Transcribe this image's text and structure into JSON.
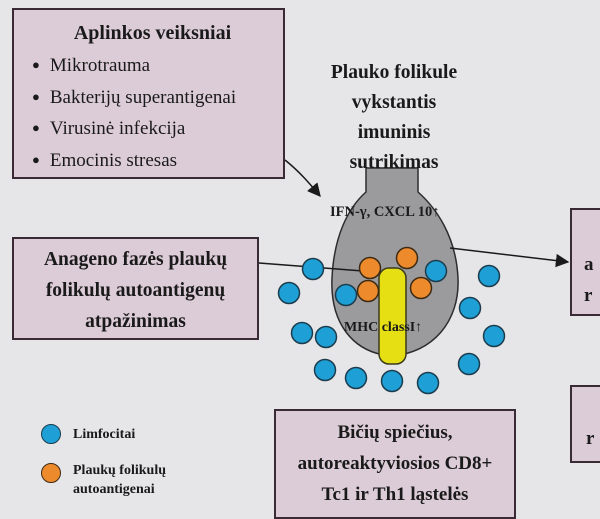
{
  "environment": {
    "title": "Aplinkos veiksniai",
    "items": [
      "Mikrotrauma",
      "Bakterijų superantigenai",
      "Virusinė infekcija",
      "Emocinis stresas"
    ]
  },
  "follicle": {
    "title_lines": [
      "Plauko folikule",
      "vykstantis",
      "imuninis",
      "sutrikimas"
    ],
    "cytokine_label": "IFN-γ, CXCL 10↑",
    "mhc_label": "MHC classI↑"
  },
  "anagen": {
    "lines": [
      "Anageno fazės plaukų",
      "folikulų autoantigenų",
      "atpažinimas"
    ]
  },
  "bottom": {
    "lines": [
      "Bičių spiečius,",
      "autoreaktyviosios CD8+",
      "Tc1 ir Th1 ląstelės"
    ]
  },
  "right_partial": {
    "top_lines": [
      "a",
      "r"
    ],
    "bottom_lines": [
      "r"
    ]
  },
  "legend": {
    "lymphocytes": "Limfocitai",
    "autoantigens_lines": [
      "Plaukų folikulų",
      "autoantigenai"
    ]
  },
  "colors": {
    "lymphocyte": "#1e9fd6",
    "autoantigen": "#ec8a2c",
    "follicle": "#9b9b9d",
    "mhc": "#e6df14",
    "box": "#dcccd7"
  }
}
